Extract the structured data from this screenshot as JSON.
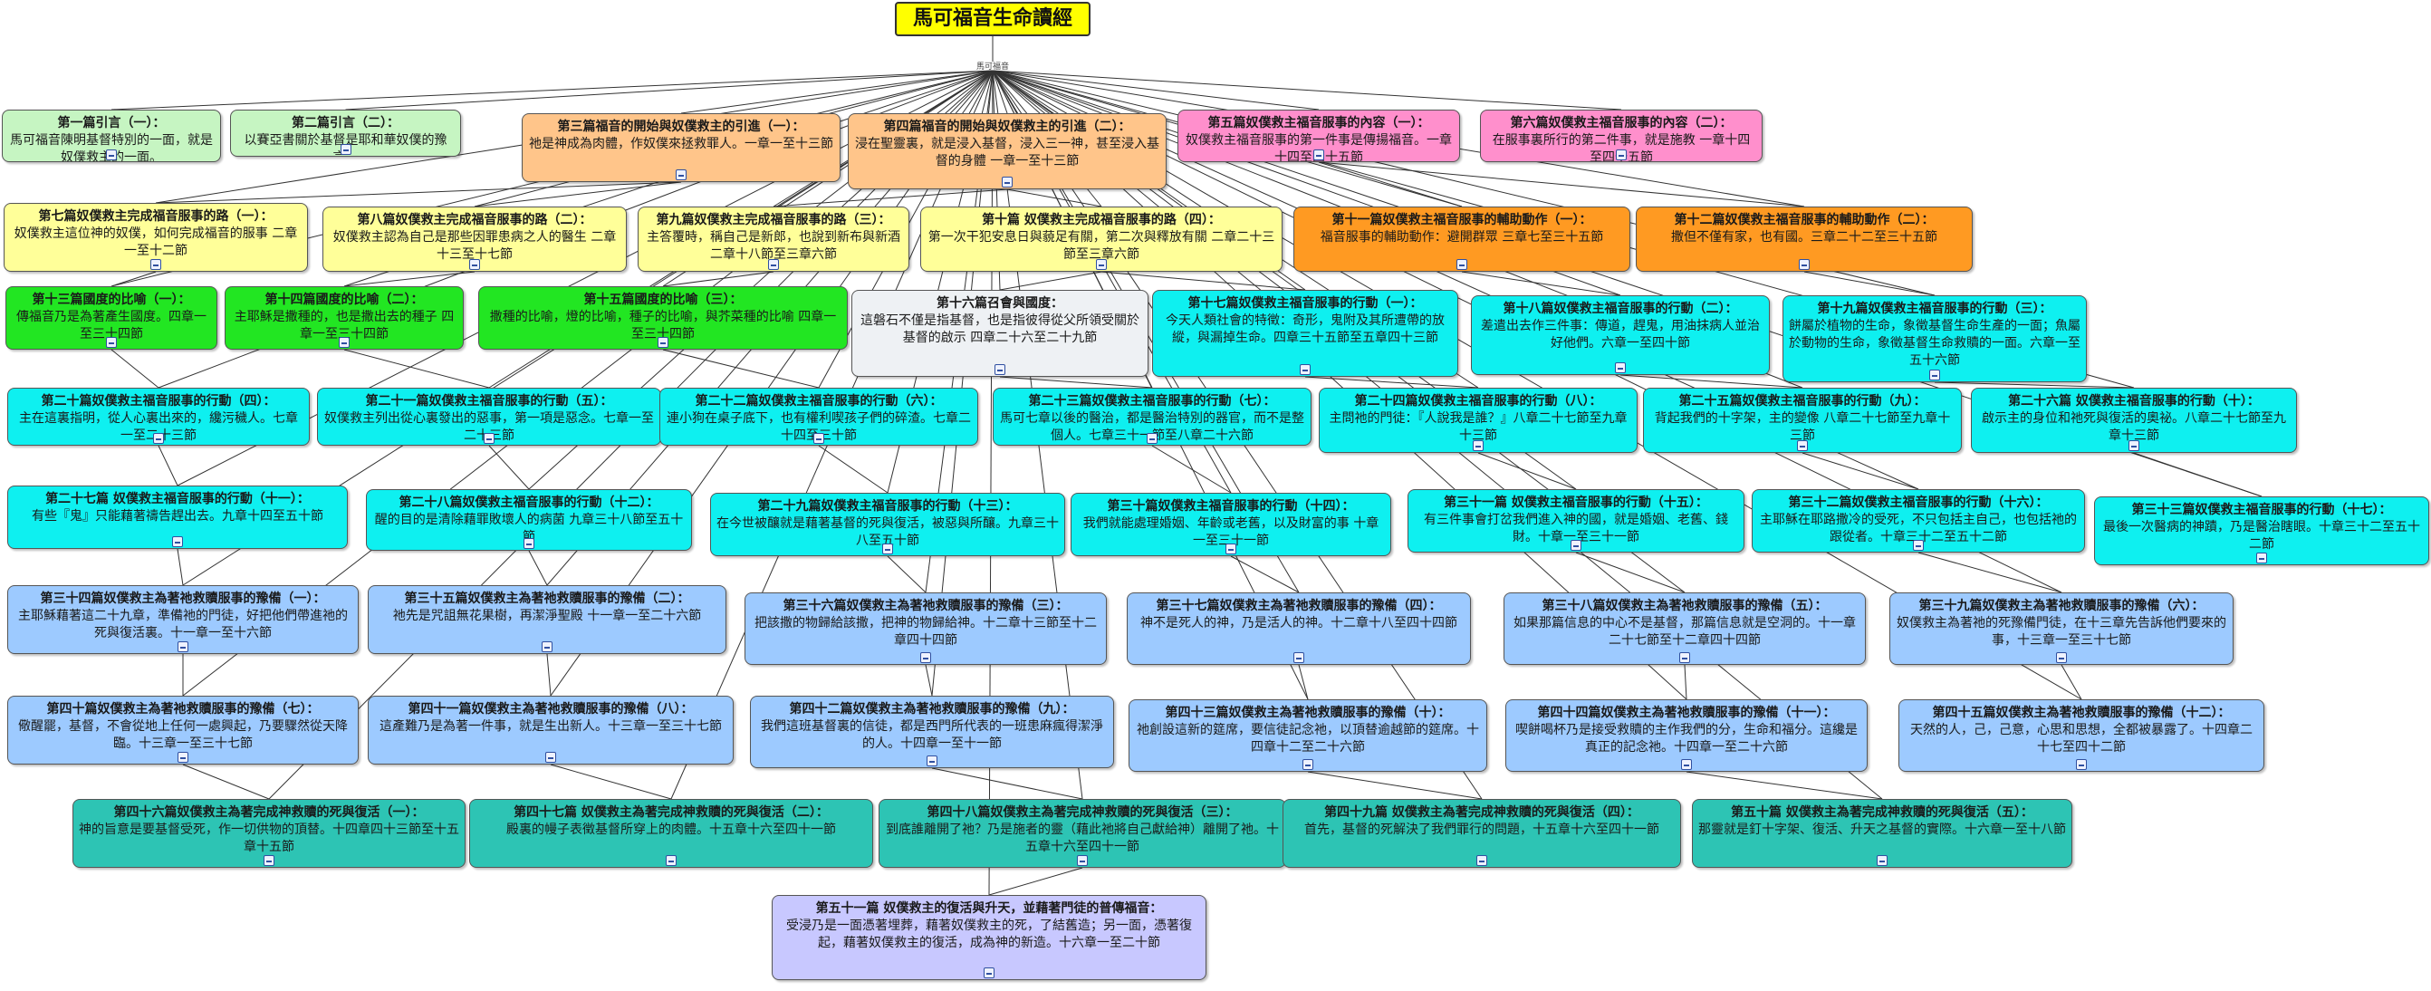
{
  "title": "馬可福音生命讀經",
  "hub_label": "馬可福音",
  "colors": {
    "green_light": "#c6f5c2",
    "peach": "#ffc58a",
    "pink": "#ff8fcc",
    "yellow": "#ffff99",
    "orange": "#ff9a22",
    "green": "#22e622",
    "gray": "#eef1f4",
    "cyan": "#0ef0f0",
    "lightblue": "#9dcaff",
    "teal": "#2dc4b4",
    "lavender": "#c8c8ff"
  },
  "nodes": [
    {
      "id": "n1",
      "title": "第一篇引言（一）：",
      "body": "馬可福音陳明基督特別的一面，就是奴僕救主的一面。"
    },
    {
      "id": "n2",
      "title": "第二篇引言（二）：",
      "body": "以賽亞書關於基督是耶和華奴僕的豫言。"
    },
    {
      "id": "n3",
      "title": "第三篇福音的開始與奴僕救主的引進（一）：",
      "body": "祂是神成為肉體，作奴僕來拯救罪人。一章一至十三節"
    },
    {
      "id": "n4",
      "title": "第四篇福音的開始與奴僕救主的引進（二）：",
      "body": "浸在聖靈裏，就是浸入基督，浸入三一神，甚至浸入基督的身體 一章一至十三節"
    },
    {
      "id": "n5",
      "title": "第五篇奴僕救主福音服事的內容（一）：",
      "body": "奴僕救主福音服事的第一件事是傳揚福音。一章十四至四十五節"
    },
    {
      "id": "n6",
      "title": "第六篇奴僕救主福音服事的內容（二）：",
      "body": "在服事裏所行的第二件事，就是施教 一章十四至四十五節"
    },
    {
      "id": "n7",
      "title": "第七篇奴僕救主完成福音服事的路（一）：",
      "body": "奴僕救主這位神的奴僕，如何完成福音的服事 二章一至十二節"
    },
    {
      "id": "n8",
      "title": "第八篇奴僕救主完成福音服事的路（二）：",
      "body": "奴僕救主認為自己是那些因罪患病之人的醫生 二章十三至十七節"
    },
    {
      "id": "n9",
      "title": "第九篇奴僕救主完成福音服事的路（三）：",
      "body": "主答覆時，稱自己是新郎，也說到新布與新酒 二章十八節至三章六節"
    },
    {
      "id": "n10",
      "title": "第十篇 奴僕救主完成福音服事的路（四）：",
      "body": "第一次干犯安息日與藐足有關，第二次與釋放有關 二章二十三節至三章六節"
    },
    {
      "id": "n11",
      "title": "第十一篇奴僕救主福音服事的輔助動作（一）：",
      "body": "福音服事的輔助動作：避開群眾 三章七至三十五節"
    },
    {
      "id": "n12",
      "title": "第十二篇奴僕救主福音服事的輔助動作（二）：",
      "body": "撒但不僅有家，也有國。三章二十二至三十五節"
    },
    {
      "id": "n13",
      "title": "第十三篇國度的比喻（一）：",
      "body": "傳福音乃是為著產生國度。四章一至三十四節"
    },
    {
      "id": "n14",
      "title": "第十四篇國度的比喻（二）：",
      "body": "主耶穌是撒種的，也是撒出去的種子 四章一至三十四節"
    },
    {
      "id": "n15",
      "title": "第十五篇國度的比喻（三）：",
      "body": "撒種的比喻，燈的比喻，種子的比喻，與芥菜種的比喻 四章一至三十四節"
    },
    {
      "id": "n16",
      "title": "第十六篇召會與國度：",
      "body": "這磐石不僅是指基督，也是指彼得從父所領受關於基督的啟示 四章二十六至二十九節"
    },
    {
      "id": "n17",
      "title": "第十七篇奴僕救主福音服事的行動（一）：",
      "body": "今天人類社會的特徵：奇形，鬼附及其所遭帶的放縱，與漏掉生命。四章三十五節至五章四十三節"
    },
    {
      "id": "n18",
      "title": "第十八篇奴僕救主福音服事的行動（二）：",
      "body": "差遣出去作三件事：傳道，趕鬼，用油抹病人並治好他們。六章一至四十節"
    },
    {
      "id": "n19",
      "title": "第十九篇奴僕救主福音服事的行動（三）：",
      "body": "餅屬於植物的生命，象徵基督生命生產的一面；魚屬於動物的生命，象徵基督生命救贖的一面。六章一至五十六節"
    },
    {
      "id": "n20",
      "title": "第二十篇奴僕救主福音服事的行動（四）：",
      "body": "主在這裏指明，從人心裏出來的，纔污穢人。七章一至二十三節"
    },
    {
      "id": "n21",
      "title": "第二十一篇奴僕救主福音服事的行動（五）：",
      "body": "奴僕救主列出從心裏發出的惡事，第一項是惡念。七章一至二十三節"
    },
    {
      "id": "n22",
      "title": "第二十二篇奴僕救主福音服事的行動（六）：",
      "body": "連小狗在桌子底下，也有權利喫孩子們的碎渣。七章二十四至三十節"
    },
    {
      "id": "n23",
      "title": "第二十三篇奴僕救主福音服事的行動（七）：",
      "body": "馬可七章以後的醫治，都是醫治特別的器官，而不是整個人。七章三十一節至八章二十六節"
    },
    {
      "id": "n24",
      "title": "第二十四篇奴僕救主福音服事的行動（八）：",
      "body": "主問祂的門徒：『人說我是誰？』八章二十七節至九章十三節"
    },
    {
      "id": "n25",
      "title": "第二十五篇奴僕救主福音服事的行動（九）：",
      "body": "背起我們的十字架，主的變像 八章二十七節至九章十三節"
    },
    {
      "id": "n26",
      "title": "第二十六篇 奴僕救主福音服事的行動（十）：",
      "body": "啟示主的身位和祂死與復活的奧祕。八章二十七節至九章十三節"
    },
    {
      "id": "n27",
      "title": "第二十七篇 奴僕救主福音服事的行動（十一）：",
      "body": "有些『鬼』只能藉著禱告趕出去。九章十四至五十節"
    },
    {
      "id": "n28",
      "title": "第二十八篇奴僕救主福音服事的行動（十二）：",
      "body": "醒的目的是清除藉罪敗壞人的病菌 九章三十八節至五十節"
    },
    {
      "id": "n29",
      "title": "第二十九篇奴僕救主福音服事的行動（十三）：",
      "body": "在今世被釀就是藉著基督的死與復活，被惡與所釀。九章三十八至五十節"
    },
    {
      "id": "n30",
      "title": "第三十篇奴僕救主福音服事的行動（十四）：",
      "body": "我們就能處理婚姻、年齡或老舊，以及財富的事 十章一至三十一節"
    },
    {
      "id": "n31",
      "title": "第三十一篇 奴僕救主福音服事的行動（十五）：",
      "body": "有三件事會打岔我們進入神的國，就是婚姻、老舊、錢財。十章一至三十一節"
    },
    {
      "id": "n32",
      "title": "第三十二篇奴僕救主福音服事的行動（十六）：",
      "body": "主耶穌在耶路撒冷的受死，不只包括主自己，也包括祂的跟從者。十章三十二至五十二節"
    },
    {
      "id": "n33",
      "title": "第三十三篇奴僕救主福音服事的行動（十七）：",
      "body": "最後一次醫病的神蹟，乃是醫治瞎眼。十章三十二至五十二節"
    },
    {
      "id": "n34",
      "title": "第三十四篇奴僕救主為著祂救贖服事的豫備（一）：",
      "body": "主耶穌藉著這二十九章，準備祂的門徒，好把他們帶進祂的死與復活裏。十一章一至十六節"
    },
    {
      "id": "n35",
      "title": "第三十五篇奴僕救主為著祂救贖服事的豫備（二）：",
      "body": "祂先是咒詛無花果樹，再潔淨聖殿 十一章一至二十六節"
    },
    {
      "id": "n36",
      "title": "第三十六篇奴僕救主為著祂救贖服事的豫備（三）：",
      "body": "把該撒的物歸給該撒，把神的物歸給神。十二章十三節至十二章四十四節"
    },
    {
      "id": "n37",
      "title": "第三十七篇奴僕救主為著祂救贖服事的豫備（四）：",
      "body": "神不是死人的神，乃是活人的神。十二章十八至四十四節"
    },
    {
      "id": "n38",
      "title": "第三十八篇奴僕救主為著祂救贖服事的豫備（五）：",
      "body": "如果那篇信息的中心不是基督，那篇信息就是空洞的。十一章二十七節至十二章四十四節"
    },
    {
      "id": "n39",
      "title": "第三十九篇奴僕救主為著祂救贖服事的豫備（六）：",
      "body": "奴僕救主為著祂的死豫備門徒，在十三章先告訴他們要來的事，十三章一至三十七節"
    },
    {
      "id": "n40",
      "title": "第四十篇奴僕救主為著祂救贖服事的豫備（七）：",
      "body": "儆醒罷，基督，不會從地上任何一處興起，乃要驟然從天降臨。十三章一至三十七節"
    },
    {
      "id": "n41",
      "title": "第四十一篇奴僕救主為著祂救贖服事的豫備（八）：",
      "body": "這產難乃是為著一件事，就是生出新人。十三章一至三十七節"
    },
    {
      "id": "n42",
      "title": "第四十二篇奴僕救主為著祂救贖服事的豫備（九）：",
      "body": "我們這班基督裏的信徒，都是西門所代表的一班患麻瘋得潔淨的人。十四章一至十一節"
    },
    {
      "id": "n43",
      "title": "第四十三篇奴僕救主為著祂救贖服事的豫備（十）：",
      "body": "祂創設這新的筵席，要信徒記念祂，以頂替逾越節的筵席。十四章十二至二十六節"
    },
    {
      "id": "n44",
      "title": "第四十四篇奴僕救主為著祂救贖服事的豫備（十一）：",
      "body": "喫餅喝杯乃是接受救贖的主作我們的分，生命和福分。這纔是真正的記念祂。十四章一至二十六節"
    },
    {
      "id": "n45",
      "title": "第四十五篇奴僕救主為著祂救贖服事的豫備（十二）：",
      "body": "天然的人，己，己意，心思和思想，全都被暴露了。十四章二十七至四十二節"
    },
    {
      "id": "n46",
      "title": "第四十六篇奴僕救主為著完成神救贖的死與復活（一）：",
      "body": "神的旨意是要基督受死，作一切供物的頂替。十四章四十三節至十五章十五節"
    },
    {
      "id": "n47",
      "title": "第四十七篇 奴僕救主為著完成神救贖的死與復活（二）：",
      "body": "殿裏的幔子表徵基督所穿上的肉體。十五章十六至四十一節"
    },
    {
      "id": "n48",
      "title": "第四十八篇奴僕救主為著完成神救贖的死與復活（三）：",
      "body": "到底誰離開了祂？乃是施者的靈（藉此祂將自己獻給神）離開了祂。十五章十六至四十一節"
    },
    {
      "id": "n49",
      "title": "第四十九篇 奴僕救主為著完成神救贖的死與復活（四）：",
      "body": "首先，基督的死解決了我們罪行的問題，十五章十六至四十一節"
    },
    {
      "id": "n50",
      "title": "第五十篇 奴僕救主為著完成神救贖的死與復活（五）：",
      "body": "那靈就是釘十字架、復活、升天之基督的實際。十六章一至十八節"
    },
    {
      "id": "n51",
      "title": "第五十一篇 奴僕救主的復活與升天，並藉著門徒的普傳福音：",
      "body": "受浸乃是一面憑著埋葬，藉著奴僕救主的死，了結舊造；另一面，憑著復起，藉著奴僕救主的復活，成為神的新造。十六章一至二十節"
    }
  ]
}
